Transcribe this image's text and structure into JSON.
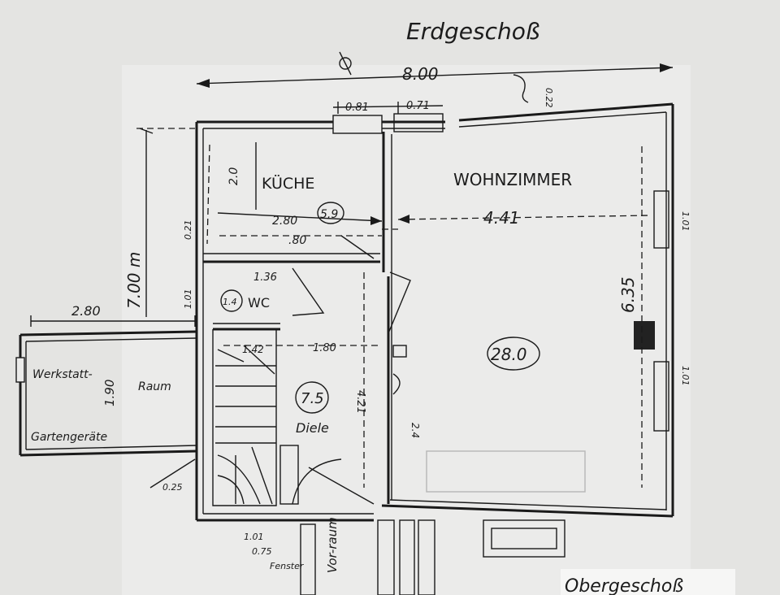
{
  "heading": "Erdgeschoß",
  "heading_next": "Obergeschoß",
  "dimensions": {
    "overall_width": "8.00",
    "overall_depth": "7.00 m",
    "left_width": "2.80",
    "annex_depth": "1.90",
    "window_a": "0.81",
    "window_b": "0.71",
    "kitchen_width": "2.80",
    "kitchen_sub": ".80",
    "kitchen_depth": "2.0",
    "hall_width": "1.80",
    "hall_depth": "4.21",
    "living_width": "4.41",
    "living_depth": "6.35",
    "wc_width": "1.36",
    "stair": "1.42",
    "small_a": "0.21",
    "small_b": "1.01",
    "right_a": "1.01",
    "right_b": "1.01",
    "bottom_a": "1.01",
    "bottom_b": "0.75",
    "bottom_c": "0.25",
    "top_c": "0.22",
    "door": "2.4"
  },
  "rooms": {
    "kitchen": {
      "label": "KÜCHE",
      "area": "5.9"
    },
    "living": {
      "label": "WOHNZIMMER",
      "area": "28.0"
    },
    "wc": {
      "label": "WC",
      "area": "1.4"
    },
    "hall": {
      "label": "Diele",
      "area": "7.5"
    },
    "entry": {
      "label": "Vor-raum"
    },
    "annex": {
      "label_1": "Werkstatt-",
      "label_2": "Raum",
      "label_3": "Gartengeräte"
    },
    "stairs_label": "Fenster"
  },
  "colors": {
    "paper": "#e4e4e2",
    "ink": "#1a1a1a"
  }
}
